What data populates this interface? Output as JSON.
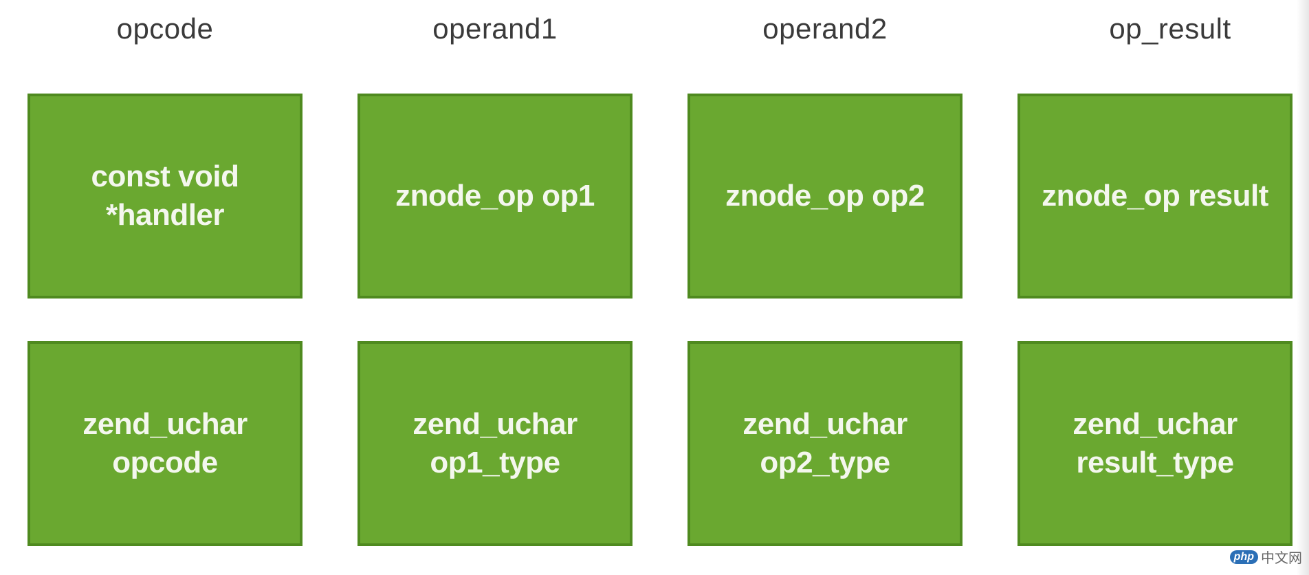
{
  "headers": [
    "opcode",
    "operand1",
    "operand2",
    "op_result"
  ],
  "boxes": {
    "top": [
      "const void\n*handler",
      "znode_op op1",
      "znode_op op2",
      "znode_op result"
    ],
    "bottom": [
      "zend_uchar\nopcode",
      "zend_uchar\nop1_type",
      "zend_uchar\nop2_type",
      "zend_uchar\nresult_type"
    ]
  },
  "watermark": {
    "badge": "php",
    "text": "中文网"
  },
  "colors": {
    "box_fill": "#6aa830",
    "box_border": "#4f8a1f",
    "box_text": "#f4f7ee",
    "header_text": "#3a3a3a"
  }
}
